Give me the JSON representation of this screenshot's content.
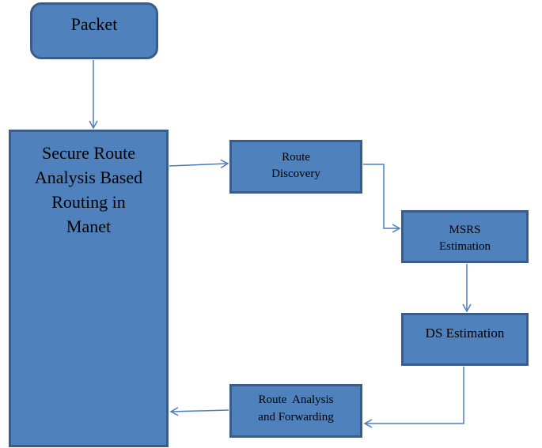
{
  "diagram": {
    "packet": "Packet",
    "main_lines": [
      "Secure Route",
      "Analysis Based",
      "Routing in",
      "Manet"
    ],
    "route_discovery_lines": [
      "Route",
      "Discovery"
    ],
    "msrs_lines": [
      "MSRS",
      "Estimation"
    ],
    "ds_estimation": "DS Estimation",
    "route_analysis_lines": [
      "Route  Analysis",
      "and Forwarding"
    ]
  },
  "colors": {
    "box_fill": "#4f81bd",
    "box_border": "#385d8a",
    "connector": "#4a7ebb"
  }
}
